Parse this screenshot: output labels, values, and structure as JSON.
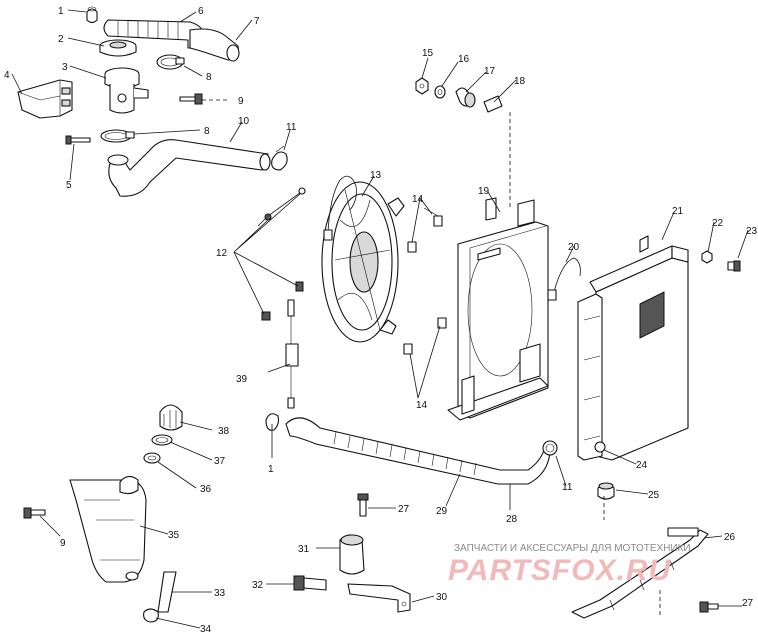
{
  "callouts": {
    "c1": "1",
    "c2": "2",
    "c3": "3",
    "c4": "4",
    "c5": "5",
    "c6": "6",
    "c7": "7",
    "c8a": "8",
    "c8b": "8",
    "c9a": "9",
    "c9b": "9",
    "c10": "10",
    "c11a": "11",
    "c11b": "11",
    "c12": "12",
    "c13": "13",
    "c14a": "14",
    "c14b": "14",
    "c15": "15",
    "c16": "16",
    "c17": "17",
    "c18": "18",
    "c19": "19",
    "c20": "20",
    "c21": "21",
    "c22": "22",
    "c23": "23",
    "c24": "24",
    "c25": "25",
    "c26": "26",
    "c27a": "27",
    "c27b": "27",
    "c28": "28",
    "c29": "29",
    "c30": "30",
    "c31": "31",
    "c32": "32",
    "c33": "33",
    "c34": "34",
    "c35": "35",
    "c36": "36",
    "c37": "37",
    "c38": "38",
    "c39": "39",
    "c1b": "1"
  },
  "watermark": {
    "caption": "ЗАПЧАСТИ И АКСЕССУАРЫ ДЛЯ МОТОТЕХНИКИ",
    "logo": "PARTSFOX.RU"
  }
}
